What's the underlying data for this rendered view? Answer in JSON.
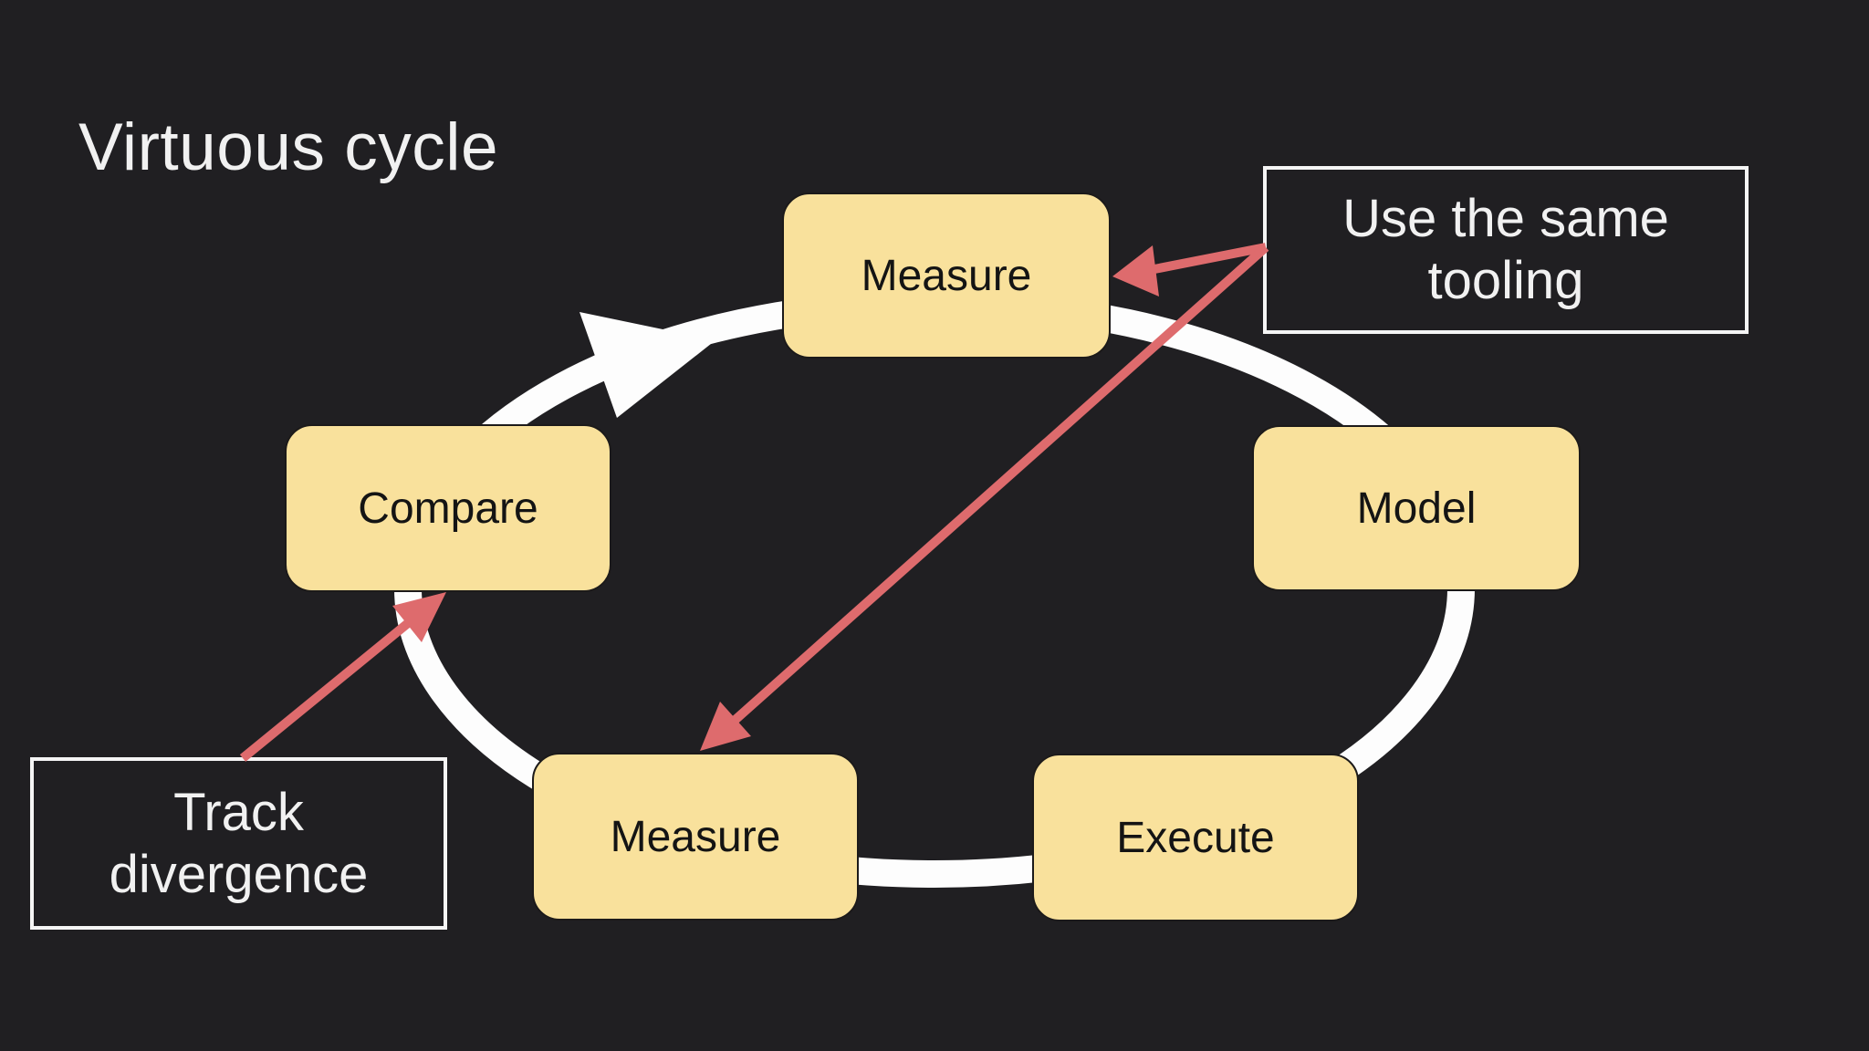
{
  "slide": {
    "title": "Virtuous cycle"
  },
  "cycle": {
    "direction": "clockwise",
    "nodes": [
      {
        "id": "measure-top",
        "label": "Measure"
      },
      {
        "id": "model",
        "label": "Model"
      },
      {
        "id": "execute",
        "label": "Execute"
      },
      {
        "id": "measure-bottom",
        "label": "Measure"
      },
      {
        "id": "compare",
        "label": "Compare"
      }
    ]
  },
  "annotations": {
    "use_tooling": {
      "text": "Use the same tooling",
      "line1": "Use the same",
      "line2": "tooling",
      "points_to": [
        "measure-top",
        "measure-bottom"
      ]
    },
    "track_divergence": {
      "text": "Track divergence",
      "line1": "Track",
      "line2": "divergence",
      "points_to": [
        "compare"
      ]
    }
  },
  "colors": {
    "background": "#201f22",
    "node_fill": "#f9e19c",
    "node_border": "#1c1a1a",
    "node_text": "#141414",
    "ring_white": "#fdfdfd",
    "accent_red": "#de6b6d",
    "annotation_border": "#f5f5f5",
    "text_white": "#f1f1f1"
  }
}
